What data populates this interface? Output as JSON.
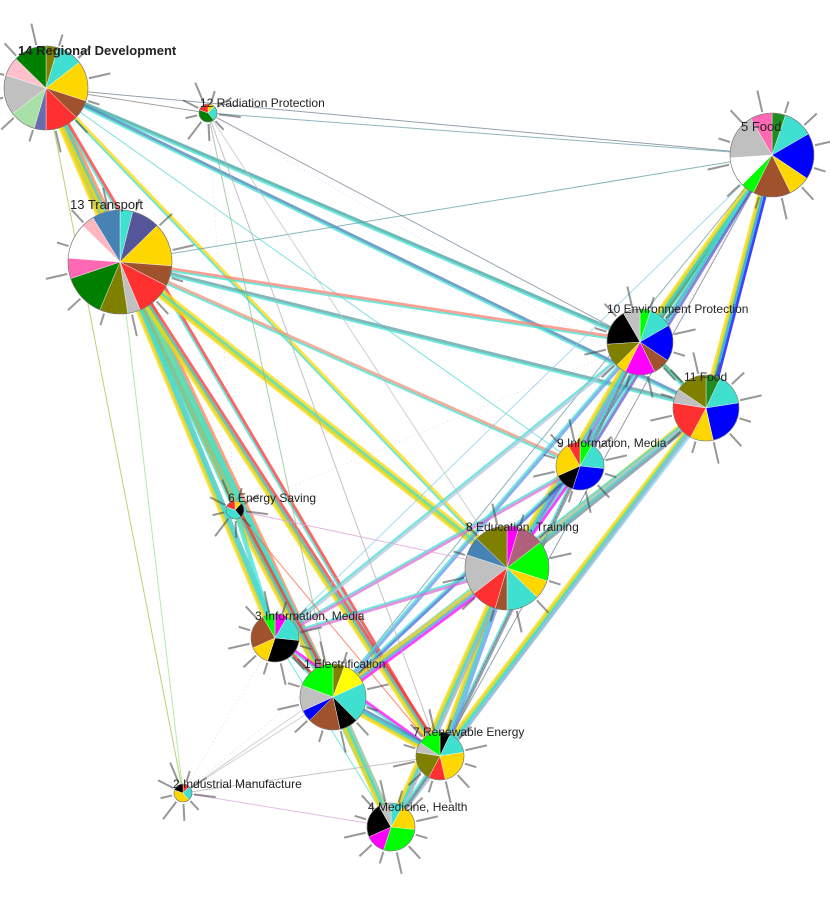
{
  "nodes": [
    {
      "id": "n14",
      "label": "14 Regional Development",
      "size": "large",
      "colors": [
        "#808000",
        "#40e0d0",
        "#ffd700",
        "#a0522d",
        "#ff3030",
        "#6b6bb0",
        "#a8e0a8",
        "#c0c0c0",
        "#ffc0cb",
        "#008000"
      ]
    },
    {
      "id": "n12",
      "label": "12 Radiation Protection",
      "size": "tiny",
      "colors": [
        "#ffd700",
        "#40e0d0",
        "#008000",
        "#ff3030"
      ]
    },
    {
      "id": "n5",
      "label": "5 Food",
      "size": "large",
      "colors": [
        "#228b22",
        "#40e0d0",
        "#0000ff",
        "#ffd700",
        "#a0522d",
        "#00ff00",
        "#ffffff",
        "#c0c0c0",
        "#ff69b4"
      ]
    },
    {
      "id": "n13",
      "label": "13 Transport",
      "size": "xlarge",
      "colors": [
        "#40e0d0",
        "#555599",
        "#ffd700",
        "#a0522d",
        "#ff3030",
        "#c0c0c0",
        "#808000",
        "#008000",
        "#ff69b4",
        "#ffffff",
        "#ffb6c1",
        "#4682b4"
      ]
    },
    {
      "id": "n10",
      "label": "10 Environment Protection",
      "size": "medium",
      "colors": [
        "#00ff00",
        "#40e0d0",
        "#0000ff",
        "#a0522d",
        "#ff00ff",
        "#ffd700",
        "#808000",
        "#000000",
        "#c0c0c0"
      ]
    },
    {
      "id": "n11",
      "label": "11 Food",
      "size": "medium",
      "colors": [
        "#228b22",
        "#40e0d0",
        "#0000ff",
        "#ffd700",
        "#ff3030",
        "#c0c0c0",
        "#808000"
      ]
    },
    {
      "id": "n9",
      "label": "9 Information, Media",
      "size": "small",
      "colors": [
        "#00ff00",
        "#40e0d0",
        "#0000ff",
        "#000000",
        "#ffd700",
        "#ff3030"
      ]
    },
    {
      "id": "n8",
      "label": "8 Education, Training",
      "size": "large",
      "colors": [
        "#ff00ff",
        "#b0607a",
        "#00ff00",
        "#ffd700",
        "#40e0d0",
        "#a0522d",
        "#ff3030",
        "#c0c0c0",
        "#4682b4",
        "#808000"
      ]
    },
    {
      "id": "n6",
      "label": "6 Energy Saving",
      "size": "tiny",
      "colors": [
        "#ffd700",
        "#000000",
        "#40e0d0",
        "#ff3030"
      ]
    },
    {
      "id": "n3",
      "label": "3 Information, Media",
      "size": "small",
      "colors": [
        "#ff00ff",
        "#40e0d0",
        "#000000",
        "#ffd700",
        "#a0522d",
        "#00ff00"
      ]
    },
    {
      "id": "n1",
      "label": "1 Electrification",
      "size": "medium",
      "colors": [
        "#808000",
        "#ffff00",
        "#40e0d0",
        "#000000",
        "#a0522d",
        "#0000ff",
        "#c0c0c0",
        "#00ff00"
      ]
    },
    {
      "id": "n7",
      "label": "7 Renewable Energy",
      "size": "small",
      "colors": [
        "#000000",
        "#40e0d0",
        "#ffd700",
        "#ff3030",
        "#808000",
        "#c0c0c0",
        "#00ff00"
      ]
    },
    {
      "id": "n2",
      "label": "2 Industrial Manufacture",
      "size": "tiny",
      "colors": [
        "#ff3030",
        "#40e0d0",
        "#ffd700",
        "#000000"
      ]
    },
    {
      "id": "n4",
      "label": "4 Medicine, Health",
      "size": "small",
      "colors": [
        "#40e0d0",
        "#ffd700",
        "#00ff00",
        "#ff00ff",
        "#000000",
        "#c0c0c0"
      ]
    }
  ],
  "edges": [
    {
      "from": "n14",
      "to": "n13",
      "weight": "heavy",
      "color": "#ff3030"
    },
    {
      "from": "n14",
      "to": "n1",
      "weight": "heavy",
      "color": "#ff7f50"
    },
    {
      "from": "n14",
      "to": "n5",
      "weight": "light",
      "color": "#708090"
    },
    {
      "from": "n14",
      "to": "n10",
      "weight": "medium",
      "color": "#40a0a0"
    },
    {
      "from": "n14",
      "to": "n11",
      "weight": "medium",
      "color": "#4682b4"
    },
    {
      "from": "n14",
      "to": "n8",
      "weight": "medium",
      "color": "#ffd700"
    },
    {
      "from": "n14",
      "to": "n12",
      "weight": "light",
      "color": "#808080"
    },
    {
      "from": "n14",
      "to": "n7",
      "weight": "medium",
      "color": "#ff3030"
    },
    {
      "from": "n14",
      "to": "n9",
      "weight": "light",
      "color": "#40e0d0"
    },
    {
      "from": "n13",
      "to": "n8",
      "weight": "heavy",
      "color": "#ffd700"
    },
    {
      "from": "n13",
      "to": "n1",
      "weight": "heavy",
      "color": "#40e0d0"
    },
    {
      "from": "n13",
      "to": "n7",
      "weight": "heavy",
      "color": "#ff3030"
    },
    {
      "from": "n13",
      "to": "n3",
      "weight": "heavy",
      "color": "#40c0c0"
    },
    {
      "from": "n13",
      "to": "n10",
      "weight": "medium",
      "color": "#fa8072"
    },
    {
      "from": "n13",
      "to": "n11",
      "weight": "medium",
      "color": "#5f9ea0"
    },
    {
      "from": "n13",
      "to": "n9",
      "weight": "medium",
      "color": "#e9967a"
    },
    {
      "from": "n13",
      "to": "n5",
      "weight": "light",
      "color": "#5f9ea0"
    },
    {
      "from": "n13",
      "to": "n6",
      "weight": "medium",
      "color": "#ff8c00"
    },
    {
      "from": "n13",
      "to": "n4",
      "weight": "medium",
      "color": "#8fbc8f"
    },
    {
      "from": "n13",
      "to": "n2",
      "weight": "light",
      "color": "#90ee90"
    },
    {
      "from": "n5",
      "to": "n11",
      "weight": "heavy",
      "color": "#0000ff"
    },
    {
      "from": "n5",
      "to": "n10",
      "weight": "heavy",
      "color": "#2e8b57"
    },
    {
      "from": "n5",
      "to": "n8",
      "weight": "medium",
      "color": "#4682b4"
    },
    {
      "from": "n5",
      "to": "n9",
      "weight": "medium",
      "color": "#6a5acd"
    },
    {
      "from": "n5",
      "to": "n1",
      "weight": "light",
      "color": "#5f9ea0"
    },
    {
      "from": "n5",
      "to": "n7",
      "weight": "light",
      "color": "#708090"
    },
    {
      "from": "n5",
      "to": "n3",
      "weight": "light",
      "color": "#87ceeb"
    },
    {
      "from": "n5",
      "to": "n12",
      "weight": "light",
      "color": "#5f9ea0"
    },
    {
      "from": "n10",
      "to": "n8",
      "weight": "heavy",
      "color": "#9370db"
    },
    {
      "from": "n10",
      "to": "n1",
      "weight": "medium",
      "color": "#6495ed"
    },
    {
      "from": "n10",
      "to": "n7",
      "weight": "medium",
      "color": "#708090"
    },
    {
      "from": "n10",
      "to": "n3",
      "weight": "medium",
      "color": "#b0c4de"
    },
    {
      "from": "n10",
      "to": "n11",
      "weight": "medium",
      "color": "#3cb371"
    },
    {
      "from": "n11",
      "to": "n8",
      "weight": "heavy",
      "color": "#778899"
    },
    {
      "from": "n11",
      "to": "n7",
      "weight": "heavy",
      "color": "#87ceeb"
    },
    {
      "from": "n11",
      "to": "n1",
      "weight": "medium",
      "color": "#b0c4de"
    },
    {
      "from": "n11",
      "to": "n4",
      "weight": "medium",
      "color": "#9fb6cd"
    },
    {
      "from": "n9",
      "to": "n8",
      "weight": "medium",
      "color": "#ff00ff"
    },
    {
      "from": "n9",
      "to": "n1",
      "weight": "medium",
      "color": "#4169e1"
    },
    {
      "from": "n9",
      "to": "n3",
      "weight": "medium",
      "color": "#da70d6"
    },
    {
      "from": "n9",
      "to": "n7",
      "weight": "light",
      "color": "#708090"
    },
    {
      "from": "n8",
      "to": "n1",
      "weight": "heavy",
      "color": "#ff00ff"
    },
    {
      "from": "n8",
      "to": "n7",
      "weight": "heavy",
      "color": "#6495ed"
    },
    {
      "from": "n8",
      "to": "n4",
      "weight": "heavy",
      "color": "#9ab"
    },
    {
      "from": "n8",
      "to": "n3",
      "weight": "medium",
      "color": "#da70d6"
    },
    {
      "from": "n8",
      "to": "n6",
      "weight": "light",
      "color": "#dda0dd"
    },
    {
      "from": "n8",
      "to": "n2",
      "weight": "light",
      "color": "#c0c0c0"
    },
    {
      "from": "n6",
      "to": "n1",
      "weight": "heavy",
      "color": "#ff3030"
    },
    {
      "from": "n6",
      "to": "n3",
      "weight": "medium",
      "color": "#40e0d0"
    },
    {
      "from": "n6",
      "to": "n7",
      "weight": "light",
      "color": "#ff6347"
    },
    {
      "from": "n3",
      "to": "n1",
      "weight": "medium",
      "color": "#ff3030"
    },
    {
      "from": "n3",
      "to": "n7",
      "weight": "medium",
      "color": "#ff00ff"
    },
    {
      "from": "n3",
      "to": "n4",
      "weight": "light",
      "color": "#40e0d0"
    },
    {
      "from": "n1",
      "to": "n7",
      "weight": "heavy",
      "color": "#4682b4"
    },
    {
      "from": "n1",
      "to": "n4",
      "weight": "heavy",
      "color": "#8fbc8f"
    },
    {
      "from": "n1",
      "to": "n2",
      "weight": "light",
      "color": "#c0c0c0"
    },
    {
      "from": "n7",
      "to": "n4",
      "weight": "medium",
      "color": "#708090"
    },
    {
      "from": "n7",
      "to": "n2",
      "weight": "light",
      "color": "#b0b0b0"
    },
    {
      "from": "n12",
      "to": "n1",
      "weight": "light",
      "color": "#8fbc8f"
    },
    {
      "from": "n12",
      "to": "n8",
      "weight": "light",
      "color": "#c0c0c0"
    },
    {
      "from": "n12",
      "to": "n7",
      "weight": "light",
      "color": "#b0b0b0"
    },
    {
      "from": "n12",
      "to": "n10",
      "weight": "light",
      "color": "#778899"
    },
    {
      "from": "n2",
      "to": "n4",
      "weight": "light",
      "color": "#dda0dd"
    },
    {
      "from": "n14",
      "to": "n2",
      "weight": "light",
      "color": "#9acd32"
    }
  ]
}
